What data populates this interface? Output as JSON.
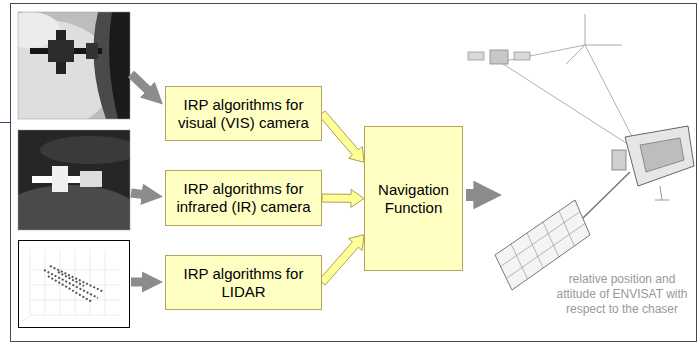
{
  "diagram": {
    "nodes": [
      {
        "text": [
          "IRP algorithms for visual (VIS) camera"
        ]
      },
      {
        "text": [
          "IRP algorithms for infrared (IR) camera"
        ]
      },
      {
        "text": [
          "IRP algorithms for LIDAR"
        ]
      },
      {
        "text": [
          "Navigation Function"
        ]
      }
    ],
    "edges": [
      {
        "from": 0,
        "to": 3,
        "arrow": "to"
      },
      {
        "from": 1,
        "to": 3,
        "arrow": "to"
      },
      {
        "from": 2,
        "to": 3,
        "arrow": "to"
      }
    ],
    "labels": [
      "relative position and attitude of ENVISAT with respect to the chaser"
    ]
  }
}
